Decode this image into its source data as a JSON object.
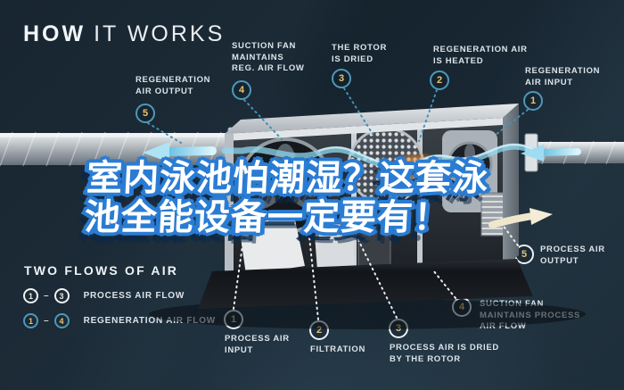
{
  "title": {
    "word_bold": "HOW",
    "word_light": "IT WORKS"
  },
  "overlay": {
    "line1": "室内泳池怕潮湿？这套泳",
    "line2": "池全能设备一定要有！"
  },
  "callouts": {
    "regen_air_output": {
      "num": "5",
      "line1": "REGENERATION",
      "line2": "AIR OUTPUT"
    },
    "suction_fan_reg": {
      "num": "4",
      "line1": "SUCTION FAN",
      "line2": "MAINTAINS",
      "line3": "REG. AIR FLOW"
    },
    "rotor_is_dried": {
      "num": "3",
      "line1": "THE ROTOR",
      "line2": "IS DRIED"
    },
    "regen_air_heated": {
      "num": "2",
      "line1": "REGENERATION AIR",
      "line2": "IS HEATED"
    },
    "regen_air_input": {
      "num": "1",
      "line1": "REGENERATION",
      "line2": "AIR INPUT"
    },
    "process_air_input": {
      "num": "1",
      "line1": "PROCESS AIR",
      "line2": "INPUT"
    },
    "filtration": {
      "num": "2",
      "line1": "FILTRATION"
    },
    "process_air_dried": {
      "num": "3",
      "line1": "PROCESS AIR IS DRIED",
      "line2": "BY THE ROTOR"
    },
    "suction_fan_process": {
      "num": "4",
      "line1": "SUCTION FAN",
      "line2": "MAINTAINS PROCESS",
      "line3": "AIR FLOW"
    },
    "process_air_output": {
      "num": "5",
      "line1": "PROCESS AIR",
      "line2": "OUTPUT"
    }
  },
  "legend": {
    "heading": "TWO FLOWS OF AIR",
    "process": {
      "from": "1",
      "dash": "–",
      "to": "3",
      "label": "PROCESS AIR FLOW"
    },
    "regeneration": {
      "from": "1",
      "dash": "–",
      "to": "4",
      "label": "REGENERATION AIR FLOW"
    }
  },
  "colors": {
    "background": "#16242f",
    "accent_teal": "#4e98b8",
    "accent_gold": "#e8c473",
    "overlay_blue": "#2a7cd3",
    "process_white": "#edf1f4"
  }
}
